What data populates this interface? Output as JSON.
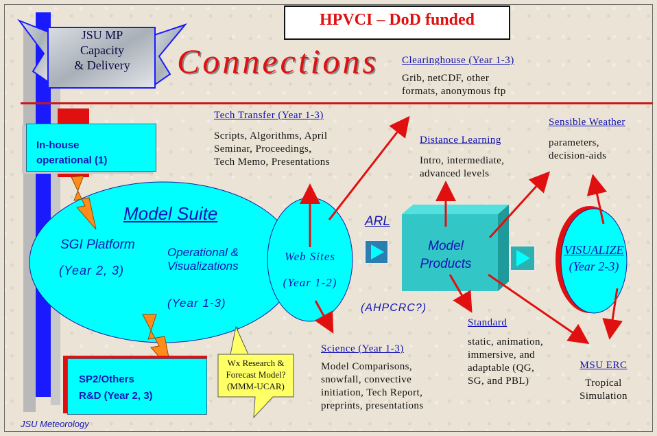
{
  "header": {
    "title_box": "HPVCI – DoD funded",
    "connections": "Connections",
    "banner_lines": [
      "JSU MP",
      "Capacity",
      "& Delivery"
    ]
  },
  "left_boxes": {
    "inhouse_lines": [
      "In-house",
      "operational (1)"
    ],
    "sp2_lines": [
      "SP2/Others",
      "R&D (Year 2, 3)"
    ]
  },
  "model_suite": {
    "title": "Model Suite",
    "sgi": "SGI Platform",
    "sgi_years": "(Year 2, 3)",
    "op_lines": [
      "Operational &",
      "Visualizations"
    ],
    "op_years": "(Year 1-3)"
  },
  "web_sites": {
    "label": "Web Sites",
    "years": "(Year 1-2)"
  },
  "callout": {
    "lines": [
      "Wx Research &",
      "Forecast Model?",
      "(MMM-UCAR)"
    ]
  },
  "arl": {
    "label": "ARL",
    "sub": "(AHPCRC?)"
  },
  "model_products": {
    "lines": [
      "Model",
      "Products"
    ]
  },
  "visualize": {
    "label": "VISUALIZE",
    "years": "(Year 2-3)"
  },
  "blocks": {
    "clearinghouse": {
      "heading": "Clearinghouse (Year 1-3)",
      "lines": [
        "Grib, netCDF, other",
        "formats, anonymous ftp"
      ]
    },
    "tech_transfer": {
      "heading": "Tech Transfer (Year 1-3)",
      "lines": [
        "Scripts, Algorithms, April",
        "Seminar, Proceedings,",
        "Tech Memo, Presentations"
      ]
    },
    "distance_learning": {
      "heading": "Distance Learning",
      "lines": [
        "Intro, intermediate,",
        "advanced levels"
      ]
    },
    "sensible_weather": {
      "heading": "Sensible Weather",
      "lines": [
        "parameters,",
        "decision-aids"
      ]
    },
    "science": {
      "heading": "Science (Year 1-3)",
      "lines": [
        "Model Comparisons,",
        "snowfall, convective",
        "initiation, Tech Report,",
        "preprints, presentations"
      ]
    },
    "standard": {
      "heading": "Standard",
      "lines": [
        "static, animation,",
        "immersive, and",
        "adaptable (QG,",
        "SG, and PBL)"
      ]
    },
    "msu": {
      "heading": "MSU ERC",
      "lines": [
        "Tropical",
        "Simulation"
      ]
    }
  },
  "footer": "JSU Meteorology",
  "colors": {
    "cyan": "#00ffff",
    "teal": "#33c6c6",
    "red": "#e01010",
    "blue_bar": "#1a1aff",
    "orange": "#ff8c1a"
  }
}
